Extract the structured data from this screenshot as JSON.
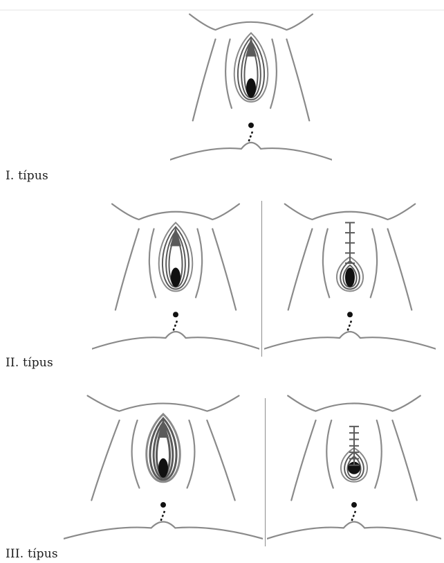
{
  "labels": {
    "type1": "I. típus",
    "type2": "II. típus",
    "type3": "III. típus"
  },
  "colors": {
    "outline": "#8a8a8a",
    "dark": "#111111",
    "mid": "#5a5a5a",
    "text": "#1a1a1a"
  },
  "figures": [
    {
      "group": "type1",
      "variant": "intact"
    },
    {
      "group": "type2",
      "variant": "intact"
    },
    {
      "group": "type2",
      "variant": "sutured-partial"
    },
    {
      "group": "type3",
      "variant": "intact"
    },
    {
      "group": "type3",
      "variant": "sutured-full"
    }
  ]
}
